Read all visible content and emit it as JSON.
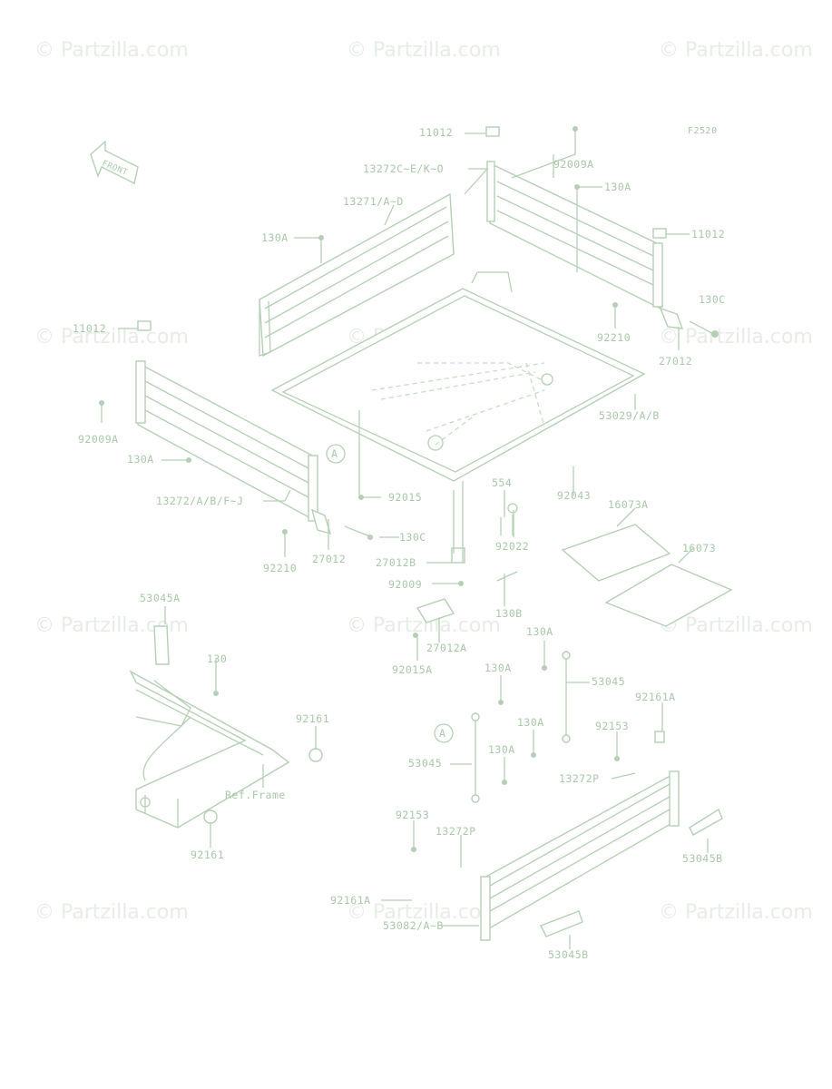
{
  "watermark": "© Partzilla.com",
  "figure_code": "F2520",
  "front_label": "FRONT",
  "ref_frame": "Ref.Frame",
  "callout": "A",
  "labels": {
    "l11012_top": "11012",
    "l92009A_top": "92009A",
    "l13272C": "13272C~E/K~O",
    "l130A_top": "130A",
    "l13271": "13271/A~D",
    "l130A_left": "130A",
    "l11012_right": "11012",
    "l130C_right": "130C",
    "l11012_left": "11012",
    "l92210_right": "92210",
    "l27012_right": "27012",
    "l53029": "53029/A/B",
    "l92009A_left": "92009A",
    "l130A_mid": "130A",
    "l92015": "92015",
    "l13272AB": "13272/A/B/F~J",
    "l554": "554",
    "l92043": "92043",
    "l130C_mid": "130C",
    "l92022": "92022",
    "l16073A": "16073A",
    "l92210_left": "92210",
    "l27012_left": "27012",
    "l27012B": "27012B",
    "l16073": "16073",
    "l92009": "92009",
    "l130B": "130B",
    "l53045A": "53045A",
    "l27012A": "27012A",
    "l130": "130",
    "l130A_r1": "130A",
    "l92015A": "92015A",
    "l53045_r": "53045",
    "l130A_r2": "130A",
    "l92161A_r": "92161A",
    "l92161_top": "92161",
    "l130A_r3": "130A",
    "l92153_r": "92153",
    "l53045_l": "53045",
    "l130A_r4": "130A",
    "l13272P_r": "13272P",
    "l92153_l": "92153",
    "l13272P_l": "13272P",
    "l92161_bot": "92161",
    "l53045B_r": "53045B",
    "l92161A_l": "92161A",
    "l53082": "53082/A~B",
    "l53045B_b": "53045B"
  }
}
